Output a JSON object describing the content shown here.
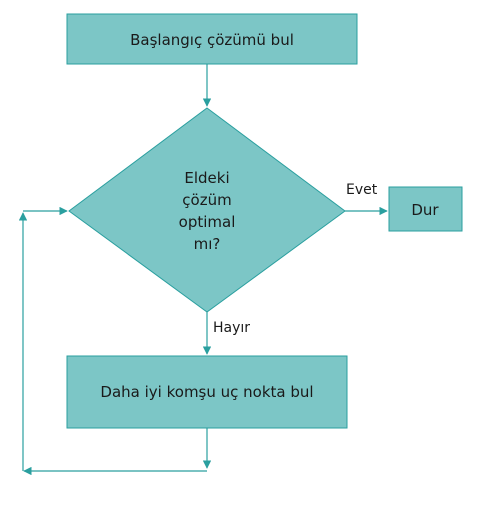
{
  "colors": {
    "fill": "#7cc6c6",
    "stroke": "#2a9f9f",
    "arrow": "#2a9f9f",
    "text": "#1a1a1a"
  },
  "nodes": {
    "start": {
      "label": "Başlangıç çözümü bul"
    },
    "decision": {
      "lines": [
        "Eldeki",
        "çözüm",
        "optimal",
        "mı?"
      ]
    },
    "stop": {
      "label": "Dur"
    },
    "improve": {
      "label": "Daha iyi komşu uç nokta bul"
    }
  },
  "edges": {
    "yes_label": "Evet",
    "no_label": "Hayır"
  }
}
